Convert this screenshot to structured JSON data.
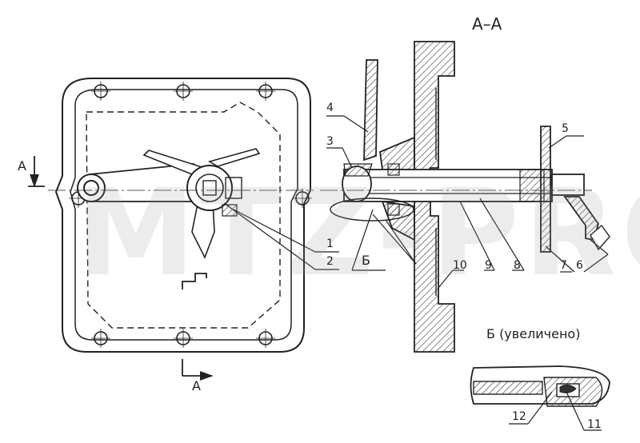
{
  "drawing": {
    "section_title": "А–А",
    "detail_title": "Б (увеличено)",
    "section_mark_top": "А",
    "section_mark_bottom": "А",
    "detail_mark": "Б",
    "watermark": "MTZ-PRO",
    "callouts": [
      "1",
      "2",
      "3",
      "4",
      "5",
      "6",
      "7",
      "8",
      "9",
      "10",
      "11",
      "12"
    ]
  }
}
